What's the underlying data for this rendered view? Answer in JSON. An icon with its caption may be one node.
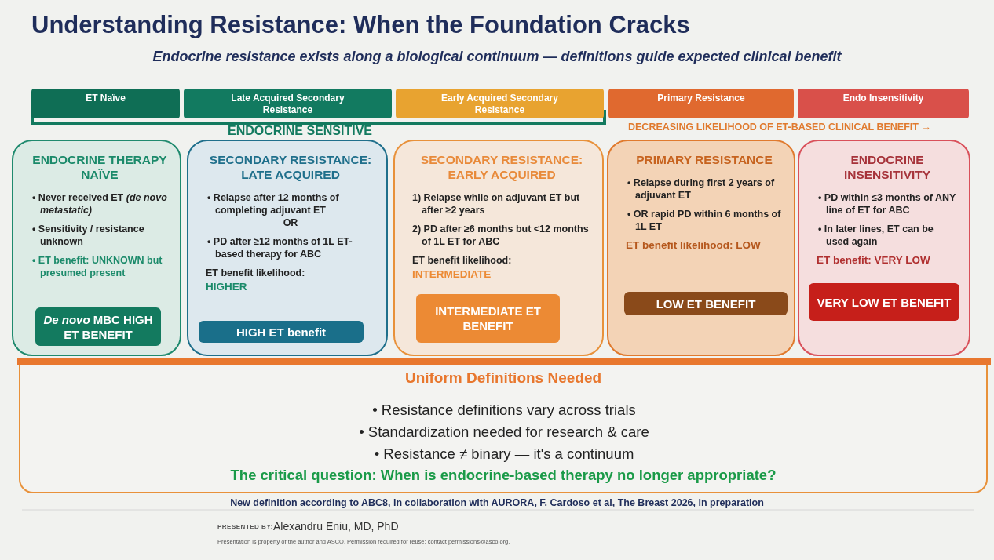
{
  "diagram": {
    "title": "Understanding Resistance: When the Foundation Cracks",
    "caption": "Endocrine resistance exists along a biological continuum — definitions guide expected clinical benefit",
    "nodes": [
      {
        "text": [
          "ET Naïve"
        ]
      },
      {
        "text": [
          "Late Acquired Secondary Resistance"
        ]
      },
      {
        "text": [
          "Early Acquired Secondary Resistance"
        ]
      },
      {
        "text": [
          "Primary Resistance"
        ]
      },
      {
        "text": [
          "Endo Insensitivity"
        ]
      },
      {
        "text": [
          "ENDOCRINE THERAPY NAÏVE",
          "• Never received ET *(de novo metastatic)*",
          "• Sensitivity / resistance unknown",
          "• ET benefit: UNKNOWN   but presumed present"
        ]
      },
      {
        "text": [
          "*De novo* MBC HIGH ET  BENEFIT"
        ],
        "in": 5
      },
      {
        "text": [
          "SECONDARY RESISTANCE: LATE ACQUIRED",
          "• Relapse after 12 months of completing adjuvant ET",
          "OR",
          "• PD after ≥12 months of 1L ET-based therapy for ABC",
          "ET benefit likelihood:",
          "HIGHER"
        ]
      },
      {
        "text": [
          "HIGH ET benefit"
        ],
        "in": 7
      },
      {
        "text": [
          "SECONDARY RESISTANCE: EARLY ACQUIRED",
          "1) Relapse while on adjuvant ET but after ≥2 years",
          "2) PD after ≥6 months but <12 months of 1L ET for ABC",
          "ET benefit likelihood:",
          "INTERMEDIATE"
        ]
      },
      {
        "text": [
          "INTERMEDIATE ET BENEFIT"
        ],
        "in": 9
      },
      {
        "text": [
          "PRIMARY RESISTANCE",
          "• Relapse during first 2 years of adjuvant ET",
          "• OR rapid PD within 6 months of 1L ET",
          "ET benefit likelihood: LOW"
        ]
      },
      {
        "text": [
          "LOW ET BENEFIT"
        ],
        "in": 11
      },
      {
        "text": [
          "ENDOCRINE INSENSITIVITY",
          "• PD within ≤3 months of ANY line of ET for ABC",
          "• In later lines, ET can be used again",
          "ET benefit: VERY LOW"
        ]
      },
      {
        "text": [
          "VERY LOW ET BENEFIT"
        ],
        "in": 13
      },
      {
        "text": [
          "Uniform Definitions Needed",
          "• Resistance definitions vary across trials",
          "• Standardization needed for research & care",
          "• Resistance ≠ binary — it's a continuum",
          "The critical question: When is endocrine-based therapy no longer appropriate?"
        ]
      }
    ],
    "labels": [
      "ENDOCRINE SENSITIVE",
      "DECREASING LIKELIHOOD OF ET-BASED CLINICAL BENEFIT →",
      "New definition according to ABC8, in collaboration with AURORA, F. Cardoso et al, The Breast 2026, in preparation",
      "PRESENTED BY:",
      "Alexandru Eniu, MD, PhD",
      "Presentation is property of the author and ASCO. Permission required for reuse; contact permissions@asco.org."
    ]
  }
}
